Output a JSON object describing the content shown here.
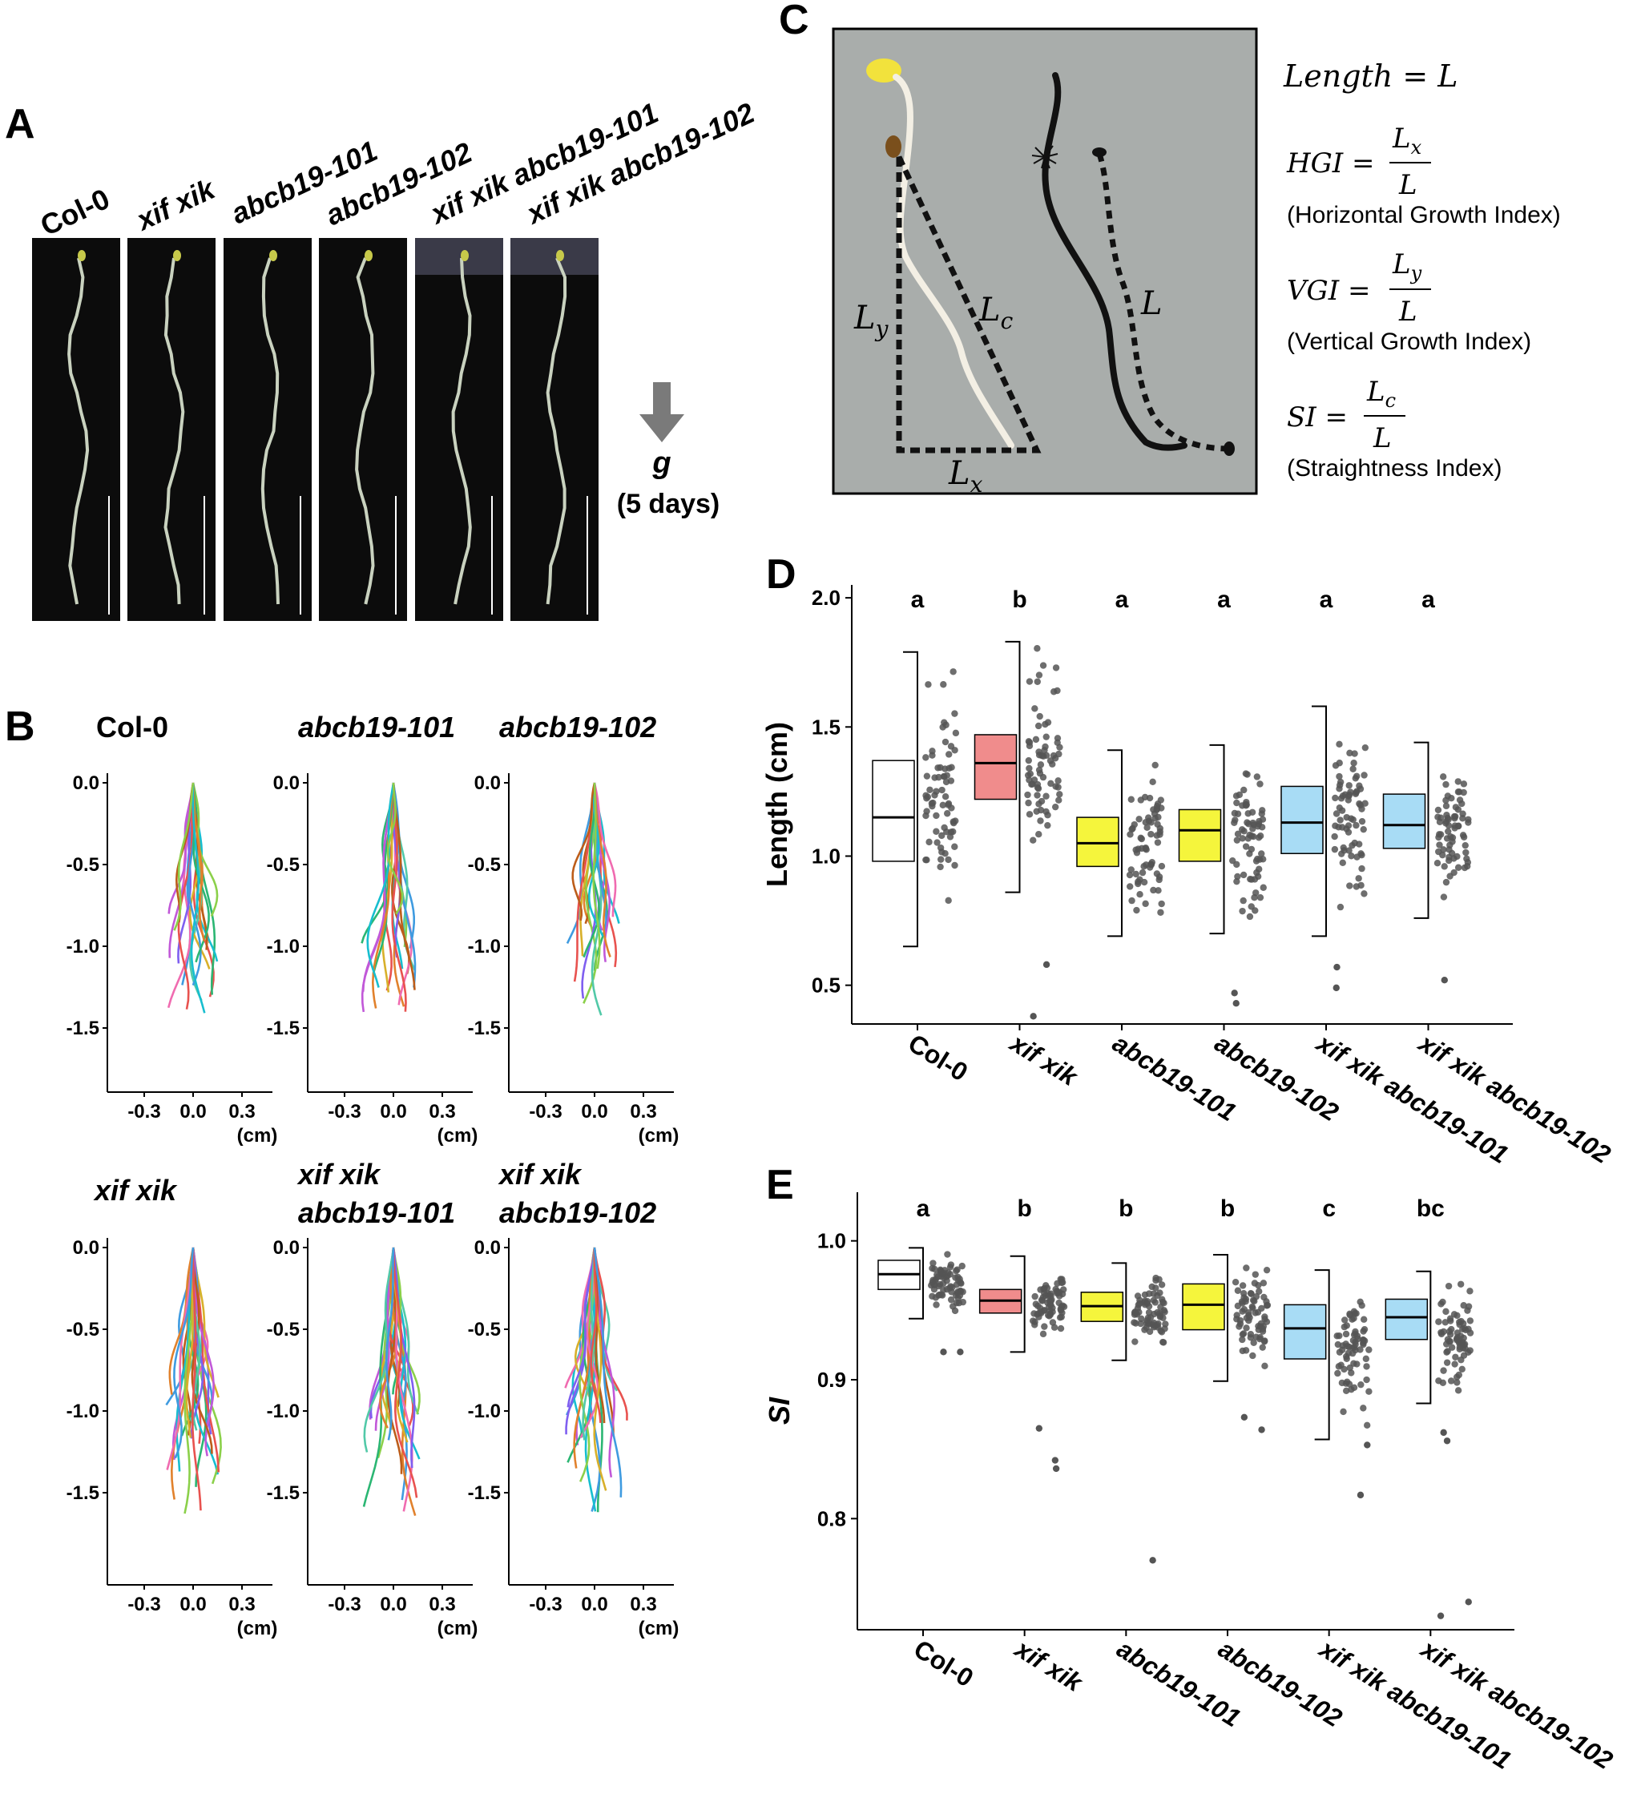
{
  "panels": {
    "A": {
      "letter": "A",
      "genotypes": [
        "Col-0",
        "xif xik",
        "abcb19-101",
        "abcb19-102",
        "xif xik abcb19-101",
        "xif xik abcb19-102"
      ],
      "gravity_symbol": "g",
      "gravity_note": "(5 days)"
    },
    "B": {
      "letter": "B",
      "plots": [
        {
          "title_line1": "Col-0",
          "title_line2": ""
        },
        {
          "title_line1": "abcb19-101",
          "title_line2": ""
        },
        {
          "title_line1": "abcb19-102",
          "title_line2": ""
        },
        {
          "title_line1": "xif xik",
          "title_line2": ""
        },
        {
          "title_line1": "xif xik",
          "title_line2": "abcb19-101"
        },
        {
          "title_line1": "xif xik",
          "title_line2": "abcb19-102"
        }
      ],
      "y_ticks_top": [
        "0.0",
        "-0.5",
        "-1.0",
        "-1.5"
      ],
      "x_ticks": [
        "-0.3",
        "0.0",
        "0.3"
      ],
      "x_unit": "(cm)"
    },
    "C": {
      "letter": "C",
      "labels": {
        "ly": "L",
        "ly_sub": "y",
        "lc": "L",
        "lc_sub": "c",
        "lx": "L",
        "lx_sub": "x",
        "l": "L"
      },
      "equations": [
        {
          "lhs": "Length = L",
          "num": "",
          "num_sub": "",
          "den": "",
          "note": ""
        },
        {
          "lhs": "HGI =",
          "num": "L",
          "num_sub": "x",
          "den": "L",
          "note": "(Horizontal Growth Index)"
        },
        {
          "lhs": "VGI =",
          "num": "L",
          "num_sub": "y",
          "den": "L",
          "note": "(Vertical Growth Index)"
        },
        {
          "lhs": "SI =",
          "num": "L",
          "num_sub": "c",
          "den": "L",
          "note": "(Straightness Index)"
        }
      ]
    },
    "D": {
      "letter": "D"
    },
    "E": {
      "letter": "E"
    }
  },
  "chart_data": [
    {
      "type": "box",
      "panel": "D",
      "ylabel": "Length (cm)",
      "categories": [
        "Col-0",
        "xif xik",
        "abcb19-101",
        "abcb19-102",
        "xif xik abcb19-101",
        "xif xik abcb19-102"
      ],
      "significance": [
        "a",
        "b",
        "a",
        "a",
        "a",
        "a"
      ],
      "ylim": [
        0.35,
        2.05
      ],
      "yticks": [
        0.5,
        1.0,
        1.5,
        2.0
      ],
      "ytick_labels": [
        "0.5",
        "1.0",
        "1.5",
        "2.0"
      ],
      "boxes": [
        {
          "whisker_low": 0.65,
          "q1": 0.98,
          "median": 1.15,
          "q3": 1.37,
          "whisker_high": 1.79,
          "fill": "#ffffff"
        },
        {
          "whisker_low": 0.86,
          "q1": 1.22,
          "median": 1.36,
          "q3": 1.47,
          "whisker_high": 1.83,
          "fill": "#f08c8c"
        },
        {
          "whisker_low": 0.69,
          "q1": 0.96,
          "median": 1.05,
          "q3": 1.15,
          "whisker_high": 1.41,
          "fill": "#f5f53c"
        },
        {
          "whisker_low": 0.7,
          "q1": 0.98,
          "median": 1.1,
          "q3": 1.18,
          "whisker_high": 1.43,
          "fill": "#f5f53c"
        },
        {
          "whisker_low": 0.69,
          "q1": 1.01,
          "median": 1.13,
          "q3": 1.27,
          "whisker_high": 1.58,
          "fill": "#a8dcf5"
        },
        {
          "whisker_low": 0.76,
          "q1": 1.03,
          "median": 1.12,
          "q3": 1.24,
          "whisker_high": 1.44,
          "fill": "#a8dcf5"
        }
      ],
      "outliers": [
        [],
        [
          0.58,
          0.38
        ],
        [],
        [
          0.47,
          0.43
        ],
        [
          0.57,
          0.49
        ],
        [
          0.52
        ]
      ]
    },
    {
      "type": "box",
      "panel": "E",
      "ylabel": "SI",
      "categories": [
        "Col-0",
        "xif xik",
        "abcb19-101",
        "abcb19-102",
        "xif xik abcb19-101",
        "xif xik abcb19-102"
      ],
      "significance": [
        "a",
        "b",
        "b",
        "b",
        "c",
        "bc"
      ],
      "ylim": [
        0.72,
        1.035
      ],
      "yticks": [
        0.8,
        0.9,
        1.0
      ],
      "ytick_labels": [
        "0.8",
        "0.9",
        "1.0"
      ],
      "boxes": [
        {
          "whisker_low": 0.944,
          "q1": 0.965,
          "median": 0.976,
          "q3": 0.986,
          "whisker_high": 0.995,
          "fill": "#ffffff"
        },
        {
          "whisker_low": 0.92,
          "q1": 0.948,
          "median": 0.957,
          "q3": 0.965,
          "whisker_high": 0.989,
          "fill": "#f08c8c"
        },
        {
          "whisker_low": 0.914,
          "q1": 0.942,
          "median": 0.953,
          "q3": 0.963,
          "whisker_high": 0.984,
          "fill": "#f5f53c"
        },
        {
          "whisker_low": 0.899,
          "q1": 0.936,
          "median": 0.954,
          "q3": 0.969,
          "whisker_high": 0.99,
          "fill": "#f5f53c"
        },
        {
          "whisker_low": 0.857,
          "q1": 0.915,
          "median": 0.937,
          "q3": 0.954,
          "whisker_high": 0.979,
          "fill": "#a8dcf5"
        },
        {
          "whisker_low": 0.883,
          "q1": 0.929,
          "median": 0.945,
          "q3": 0.958,
          "whisker_high": 0.978,
          "fill": "#a8dcf5"
        }
      ],
      "outliers": [
        [
          0.92,
          0.92
        ],
        [
          0.865,
          0.842,
          0.836
        ],
        [
          0.77
        ],
        [
          0.873,
          0.864
        ],
        [
          0.853,
          0.817
        ],
        [
          0.862,
          0.856,
          0.74,
          0.73
        ]
      ]
    }
  ],
  "colors": {
    "box_pink": "#f08c8c",
    "box_yellow": "#f5f53c",
    "box_blue": "#a8dcf5",
    "points": "#555555"
  }
}
